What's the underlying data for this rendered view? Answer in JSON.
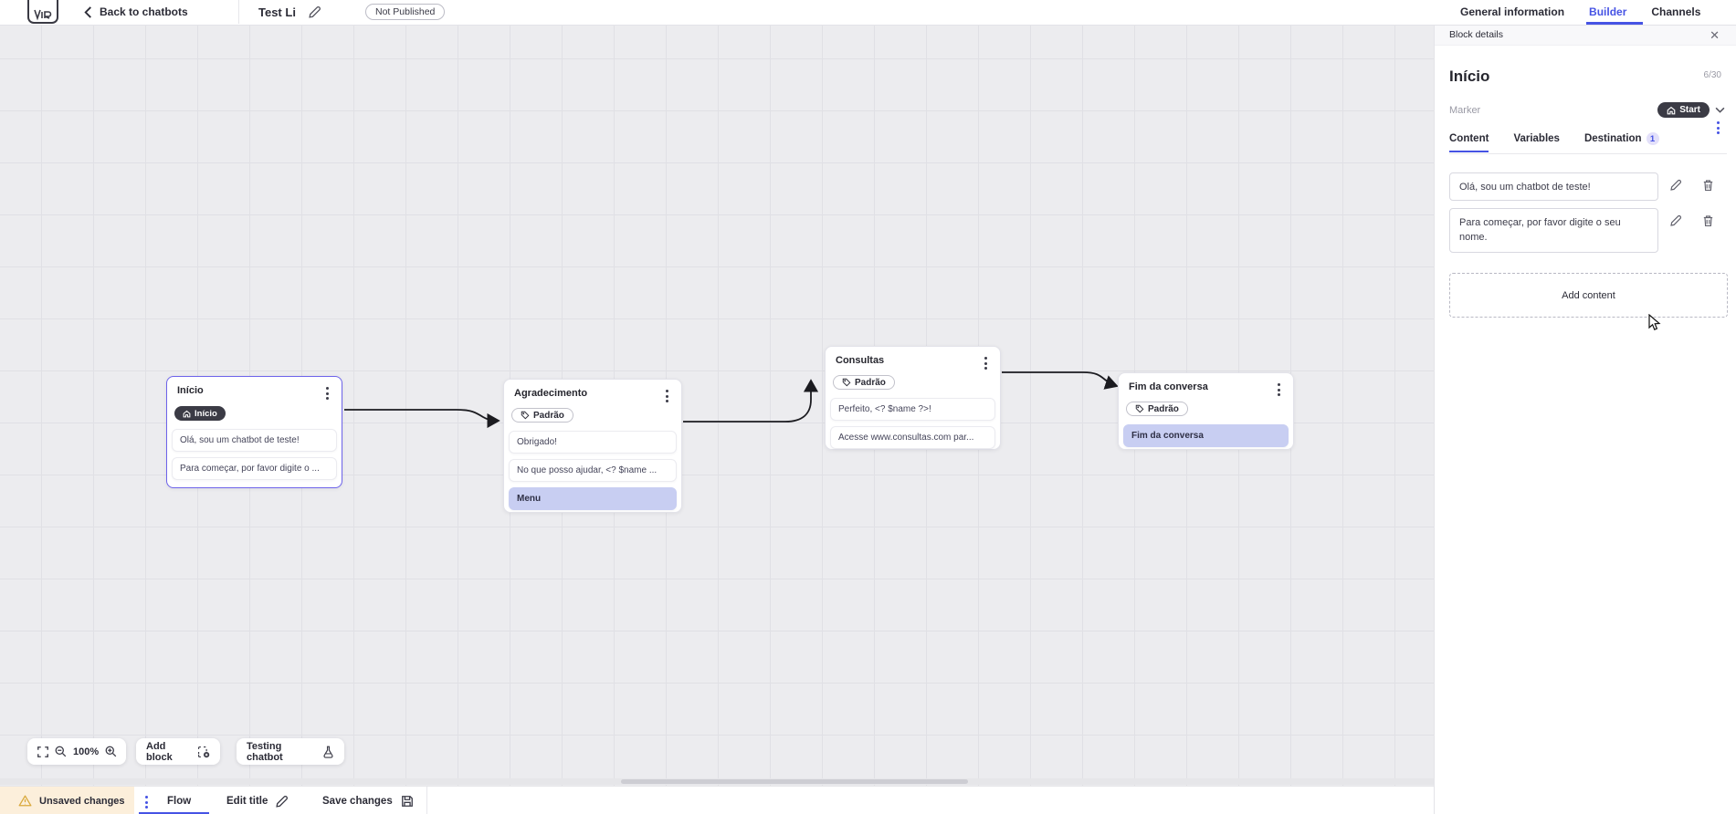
{
  "topbar": {
    "back_label": "Back to chatbots",
    "title": "Test Li",
    "status_badge": "Not Published",
    "tabs": {
      "general": "General information",
      "builder": "Builder",
      "channels": "Channels"
    }
  },
  "canvas": {
    "zoom_level": "100%",
    "add_block_label": "Add block",
    "testing_label": "Testing chatbot",
    "blocks": [
      {
        "title": "Início",
        "badge": "Início",
        "rows": [
          {
            "text": "Olá, sou um chatbot de teste!"
          },
          {
            "text": "Para começar, por favor digite o ..."
          }
        ]
      },
      {
        "title": "Agradecimento",
        "badge": "Padrão",
        "rows": [
          {
            "text": "Obrigado!"
          },
          {
            "text": "No que posso ajudar, <? $name ..."
          },
          {
            "text": "Menu"
          }
        ]
      },
      {
        "title": "Consultas",
        "badge": "Padrão",
        "rows": [
          {
            "text": "Perfeito, <? $name ?>!"
          },
          {
            "text": "Acesse www.consultas.com par..."
          }
        ]
      },
      {
        "title": "Fim da conversa",
        "badge": "Padrão",
        "rows": [
          {
            "text": "Fim da conversa"
          }
        ]
      }
    ]
  },
  "panel": {
    "header": "Block details",
    "title": "Início",
    "counter": "6/30",
    "marker_label": "Marker",
    "marker_value": "Start",
    "tabs": {
      "content": "Content",
      "variables": "Variables",
      "destination": "Destination",
      "destination_badge": "1"
    },
    "contents": [
      "Olá, sou um chatbot de teste!",
      "Para começar, por favor digite o seu nome."
    ],
    "add_content_label": "Add content"
  },
  "bottombar": {
    "unsaved_label": "Unsaved changes",
    "flow_tab": "Flow",
    "edit_title_label": "Edit title",
    "save_label": "Save changes"
  },
  "icons": {
    "close-icon": "✕",
    "kebab-icon": "⋮",
    "chevron-down-icon": "⌄",
    "back-chevron-icon": "‹"
  },
  "colors": {
    "accent": "#4653e4",
    "selected_block_border": "#6d63ea",
    "dark_badge": "#3b3b45",
    "menu_row_bg": "#c8cef2",
    "unsaved_bg": "#fcefdb",
    "warning_icon": "#d9a93c",
    "canvas_bg": "#ececef",
    "grid_line": "#e0e0e5"
  }
}
